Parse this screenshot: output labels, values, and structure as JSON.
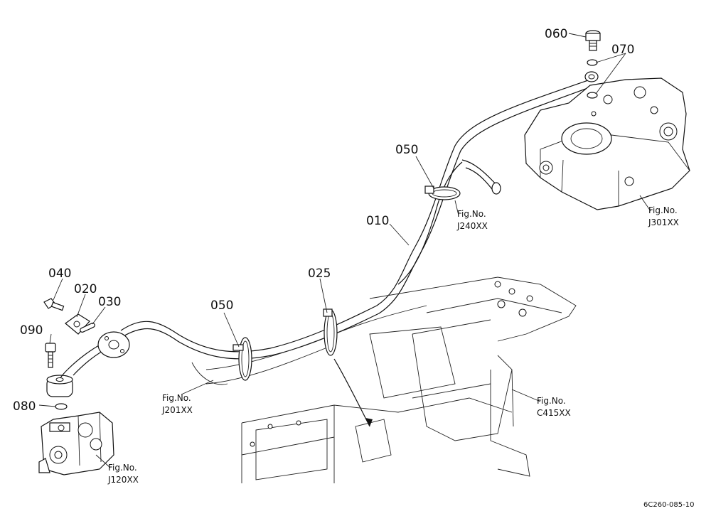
{
  "diagram": {
    "part_labels": {
      "p060": "060",
      "p070": "070",
      "p050_top": "050",
      "p010": "010",
      "p025": "025",
      "p050_mid": "050",
      "p040": "040",
      "p020": "020",
      "p030": "030",
      "p090": "090",
      "p080": "080"
    },
    "figure_refs": {
      "j240": {
        "line1": "Fig.No.",
        "line2": "J240XX"
      },
      "j301": {
        "line1": "Fig.No.",
        "line2": "J301XX"
      },
      "j201": {
        "line1": "Fig.No.",
        "line2": "J201XX"
      },
      "c415": {
        "line1": "Fig.No.",
        "line2": "C415XX"
      },
      "j120": {
        "line1": "Fig.No.",
        "line2": "J120XX"
      }
    },
    "drawing_code": "6C260-085-10"
  }
}
